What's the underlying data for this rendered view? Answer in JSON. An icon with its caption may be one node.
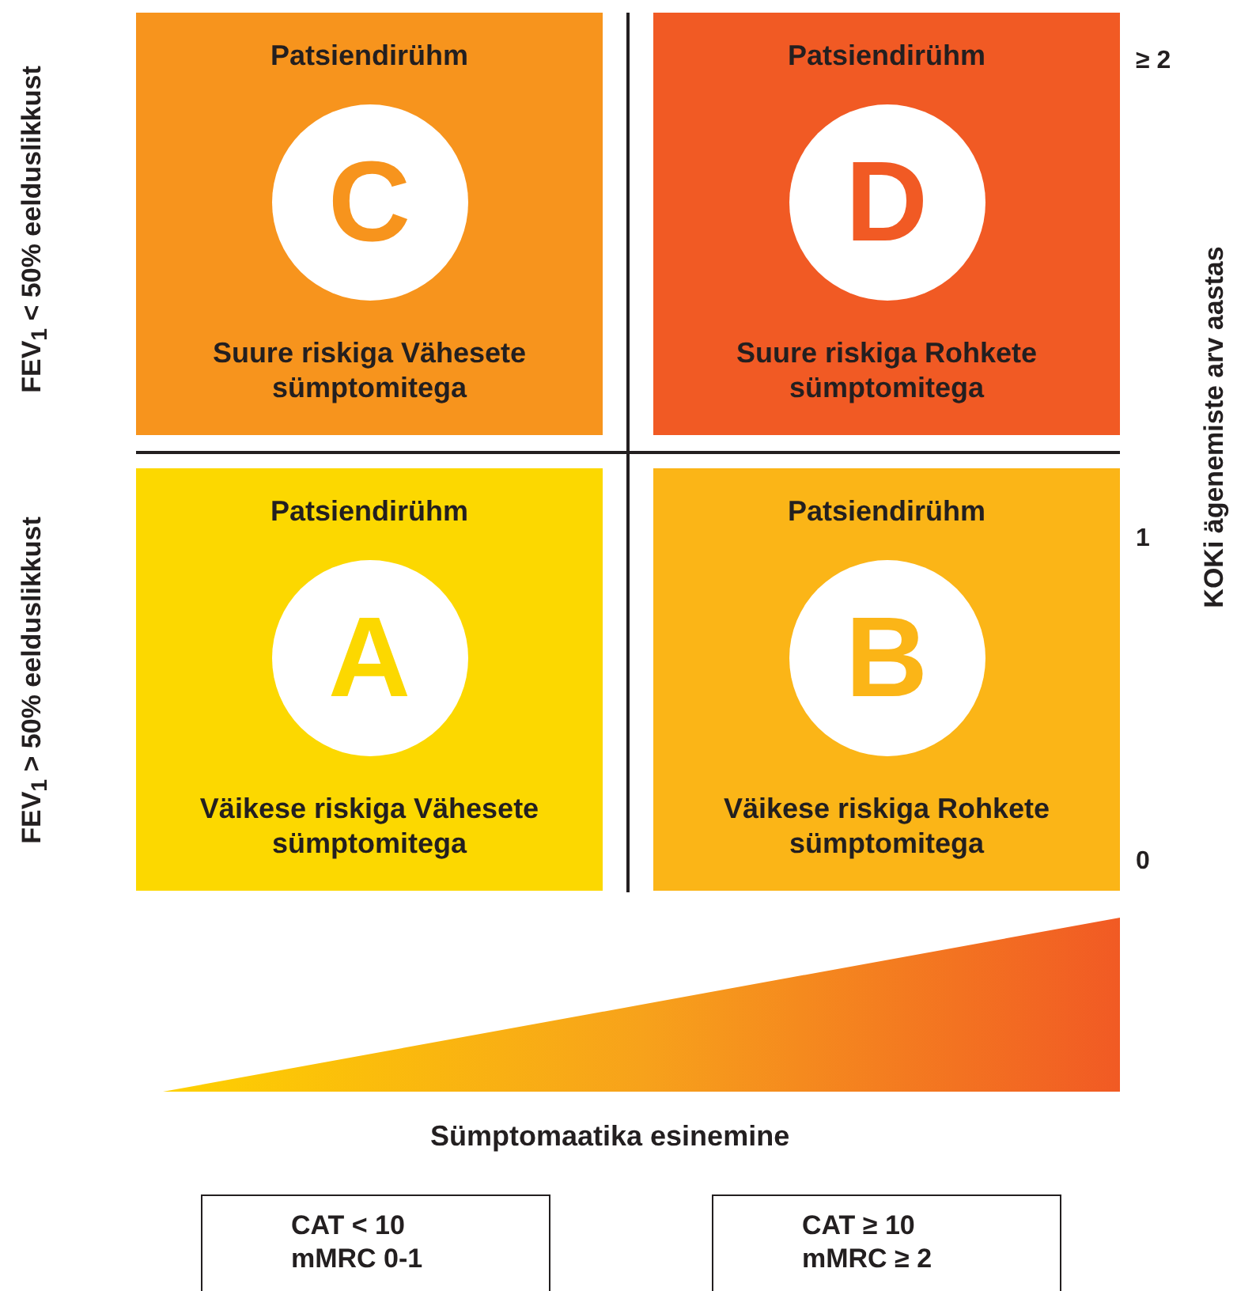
{
  "diagram": {
    "nodes": [
      {
        "text": [
          "Patsiendirühm",
          "Suure riskiga Vähesete sümptomitega"
        ]
      },
      {
        "text": [
          "C"
        ],
        "in": 0
      },
      {
        "text": [
          "Patsiendirühm",
          "Suure riskiga Rohkete sümptomitega"
        ]
      },
      {
        "text": [
          "D"
        ],
        "in": 2
      },
      {
        "text": [
          "Patsiendirühm",
          "Väikese riskiga Vähesete sümptomitega"
        ]
      },
      {
        "text": [
          "A"
        ],
        "in": 4
      },
      {
        "text": [
          "Patsiendirühm",
          "Väikese riskiga Rohkete sümptomitega"
        ]
      },
      {
        "text": [
          "B"
        ],
        "in": 6
      },
      {
        "text": [
          "CAT < 10 mMRC 0-1"
        ]
      },
      {
        "text": [
          "CAT ≥ 10 mMRC ≥ 2"
        ]
      }
    ],
    "labels": [
      "FEV$_{1}$ < 50% eelduslikkust",
      "≥ 2",
      "KOKi ägenemiste arv aastas",
      "1",
      "FEV$_{1}$ > 50% eelduslikkust",
      "0",
      "Sümptomaatika esinemine"
    ]
  }
}
